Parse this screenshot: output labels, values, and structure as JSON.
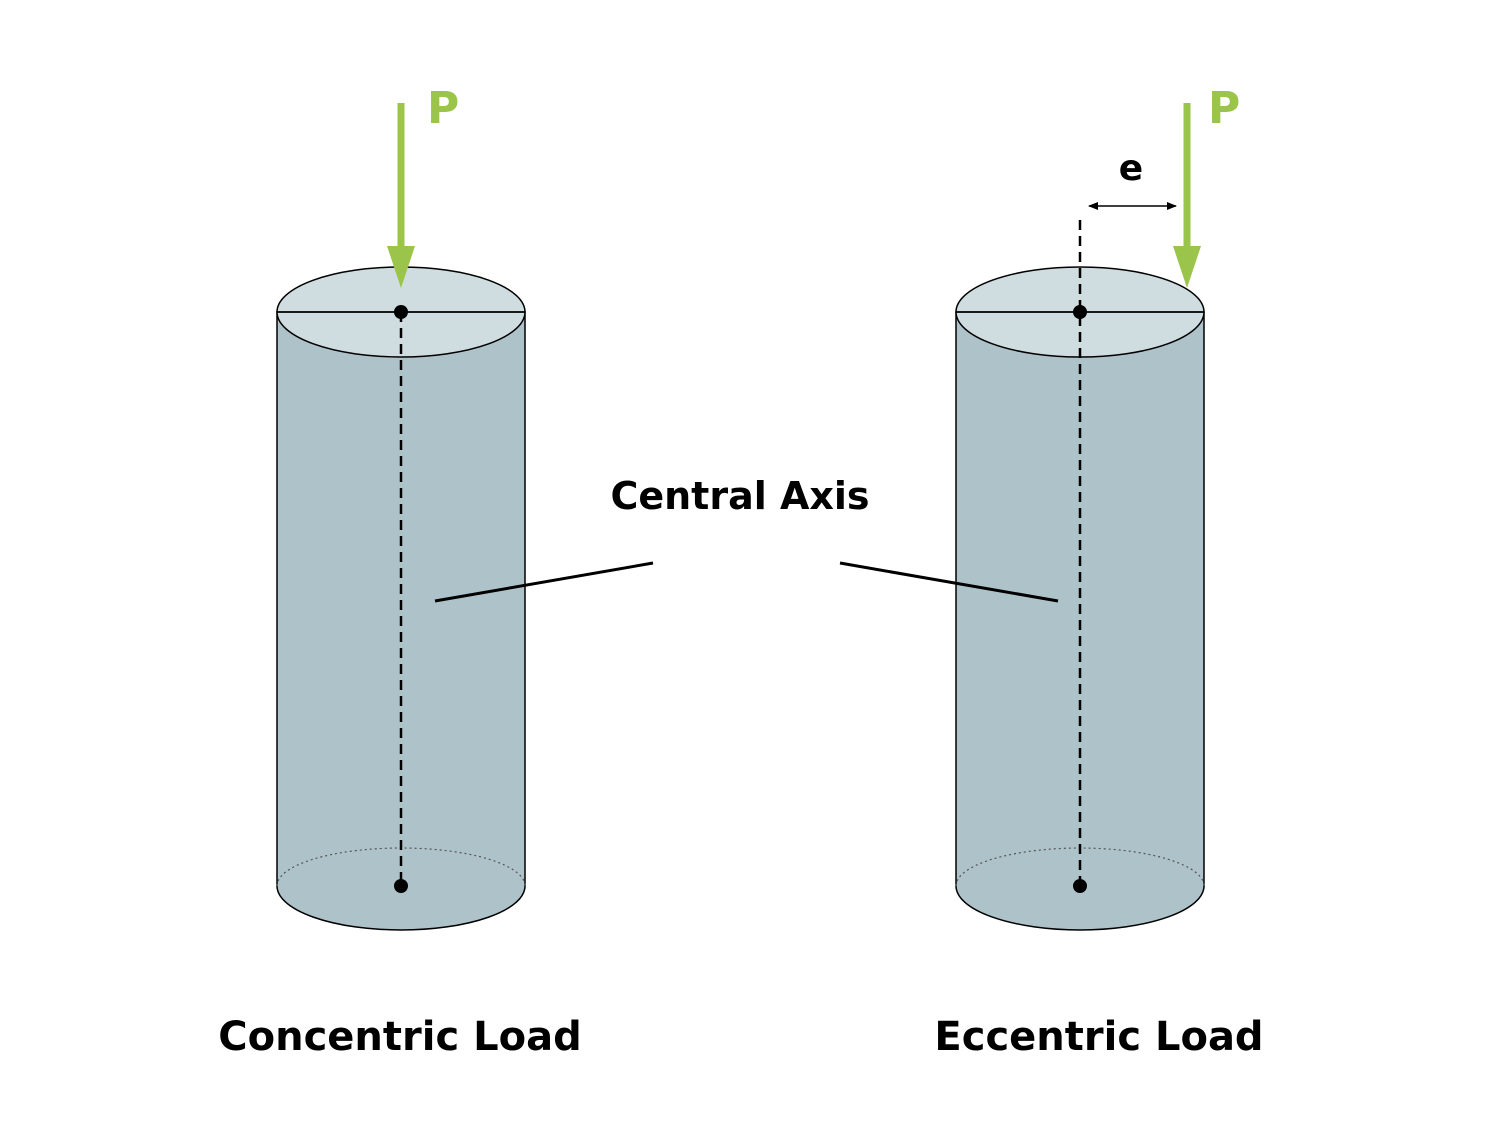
{
  "colors": {
    "load": "#9bc44a",
    "cylinder_body": "#aec3c9",
    "cylinder_top": "#cfdde0",
    "outline": "#000000"
  },
  "labels": {
    "load_left": "P",
    "load_right": "P",
    "eccentricity": "e",
    "central_axis": "Central Axis",
    "concentric": "Concentric Load",
    "eccentric": "Eccentric Load"
  }
}
